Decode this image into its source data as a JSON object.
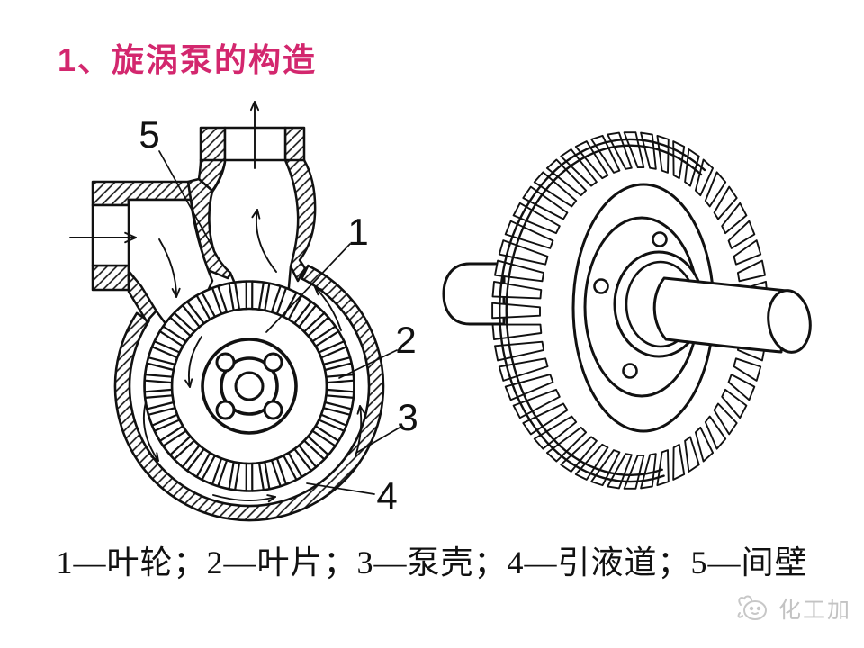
{
  "slide": {
    "title": "1、旋涡泵的构造",
    "caption": "1—叶轮；2—叶片；3—泵壳；4—引液道；5—间壁",
    "watermark_text": "化工加",
    "colors": {
      "title": "#D3276E",
      "ink": "#111111",
      "watermark": "#c3c3c3"
    }
  },
  "figures": {
    "left": {
      "name": "vortex-pump-cross-section",
      "part_labels": {
        "n1": "1",
        "n2": "2",
        "n3": "3",
        "n4": "4",
        "n5": "5"
      }
    },
    "right": {
      "name": "impeller-perspective-view"
    }
  },
  "legend_parts": [
    {
      "num": "1",
      "name": "叶轮"
    },
    {
      "num": "2",
      "name": "叶片"
    },
    {
      "num": "3",
      "name": "泵壳"
    },
    {
      "num": "4",
      "name": "引液道"
    },
    {
      "num": "5",
      "name": "间壁"
    }
  ]
}
